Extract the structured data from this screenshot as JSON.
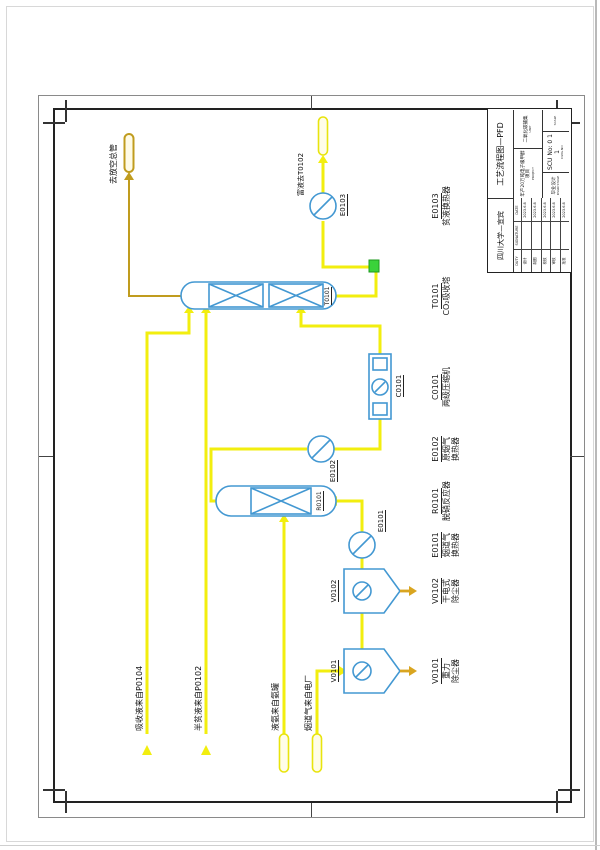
{
  "colors": {
    "pipe_yellow": "#f2ee0f",
    "vent_olive": "#c09c1e",
    "equipment_blue": "#4398d2",
    "flag_green": "#3ad23a",
    "discharge_orange": "#d9a520",
    "frame_black": "#222222"
  },
  "streams": {
    "in_absorbent": "吸收液来自P0104",
    "in_semilean": "半贫液来自P0102",
    "in_ammonia": "液氨来自氨罐",
    "in_fluegas": "烟道气来自电厂",
    "out_vent": "去放空总管",
    "out_rich": "富液去T0102"
  },
  "equipment": [
    {
      "tag": "V0101",
      "line1": "重力",
      "line2": "除尘器"
    },
    {
      "tag": "V0102",
      "line1": "干电式",
      "line2": "除尘器"
    },
    {
      "tag": "E0101",
      "line1": "烟道气",
      "line2": "换热器"
    },
    {
      "tag": "R0101",
      "line1": "脱硝反应器",
      "line2": ""
    },
    {
      "tag": "E0102",
      "line1": "原烟气",
      "line2": "换热器"
    },
    {
      "tag": "C0101",
      "line1": "两级压缩机",
      "line2": ""
    },
    {
      "tag": "T0101",
      "line1": "CO₂吸收塔",
      "line2": ""
    },
    {
      "tag": "E0103",
      "line1": "贫液换热器",
      "line2": ""
    }
  ],
  "title_block": {
    "organization": "四川大学—宜宾",
    "drawing_title": "工艺流程图—PFD",
    "project": "年产20万吨电子级甲醇项目",
    "project_label": "PROJECT",
    "unit": "二氧化碳捕集",
    "unit_label": "UNIT",
    "stage": "毕业设计",
    "stage_label": "DSGN STAGE",
    "drawing_no": "SCU No: 0 1 1",
    "drawing_no_label": "DWG.NO",
    "scale_label": "SCALE",
    "sig_headers": {
      "duty": "DUTY",
      "signature": "SIGNATURE",
      "date": "DATE"
    },
    "sig_rows": [
      {
        "duty": "设计",
        "date": "2023.6.8"
      },
      {
        "duty": "制图",
        "date": "2023.6.8"
      },
      {
        "duty": "校核",
        "date": "2023.6.8"
      },
      {
        "duty": "审核",
        "date": "2023.6.8"
      },
      {
        "duty": "批准",
        "date": "2023.6.8"
      }
    ]
  }
}
